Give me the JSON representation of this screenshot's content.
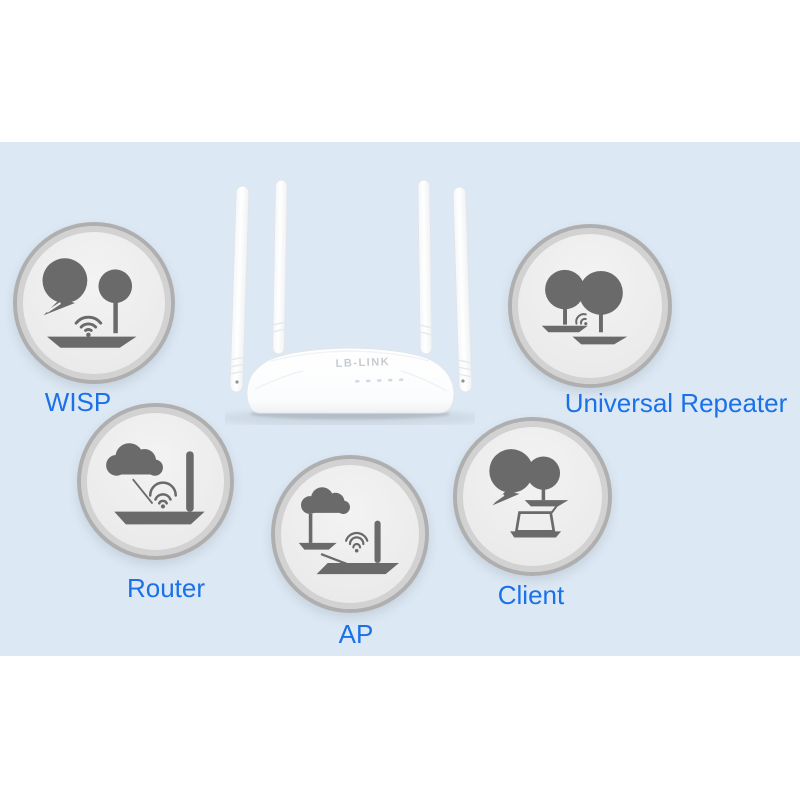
{
  "colors": {
    "band": "#dce8f3",
    "label": "#1a71e8",
    "icon": "#6a6a6a",
    "circle_ring_outer": "#afafaf",
    "circle_ring_inner": "#d2d2d2",
    "circle_fill": "#ececec"
  },
  "device": {
    "brand": "LB-LINK",
    "antenna_count": 4,
    "led_count": 5
  },
  "modes": [
    {
      "id": "wisp",
      "label": "WISP",
      "icon": "wisp-mode-icon"
    },
    {
      "id": "universal-repeater",
      "label": "Universal Repeater",
      "icon": "universal-repeater-mode-icon"
    },
    {
      "id": "router",
      "label": "Router",
      "icon": "router-mode-icon"
    },
    {
      "id": "ap",
      "label": "AP",
      "icon": "ap-mode-icon"
    },
    {
      "id": "client",
      "label": "Client",
      "icon": "client-mode-icon"
    }
  ]
}
